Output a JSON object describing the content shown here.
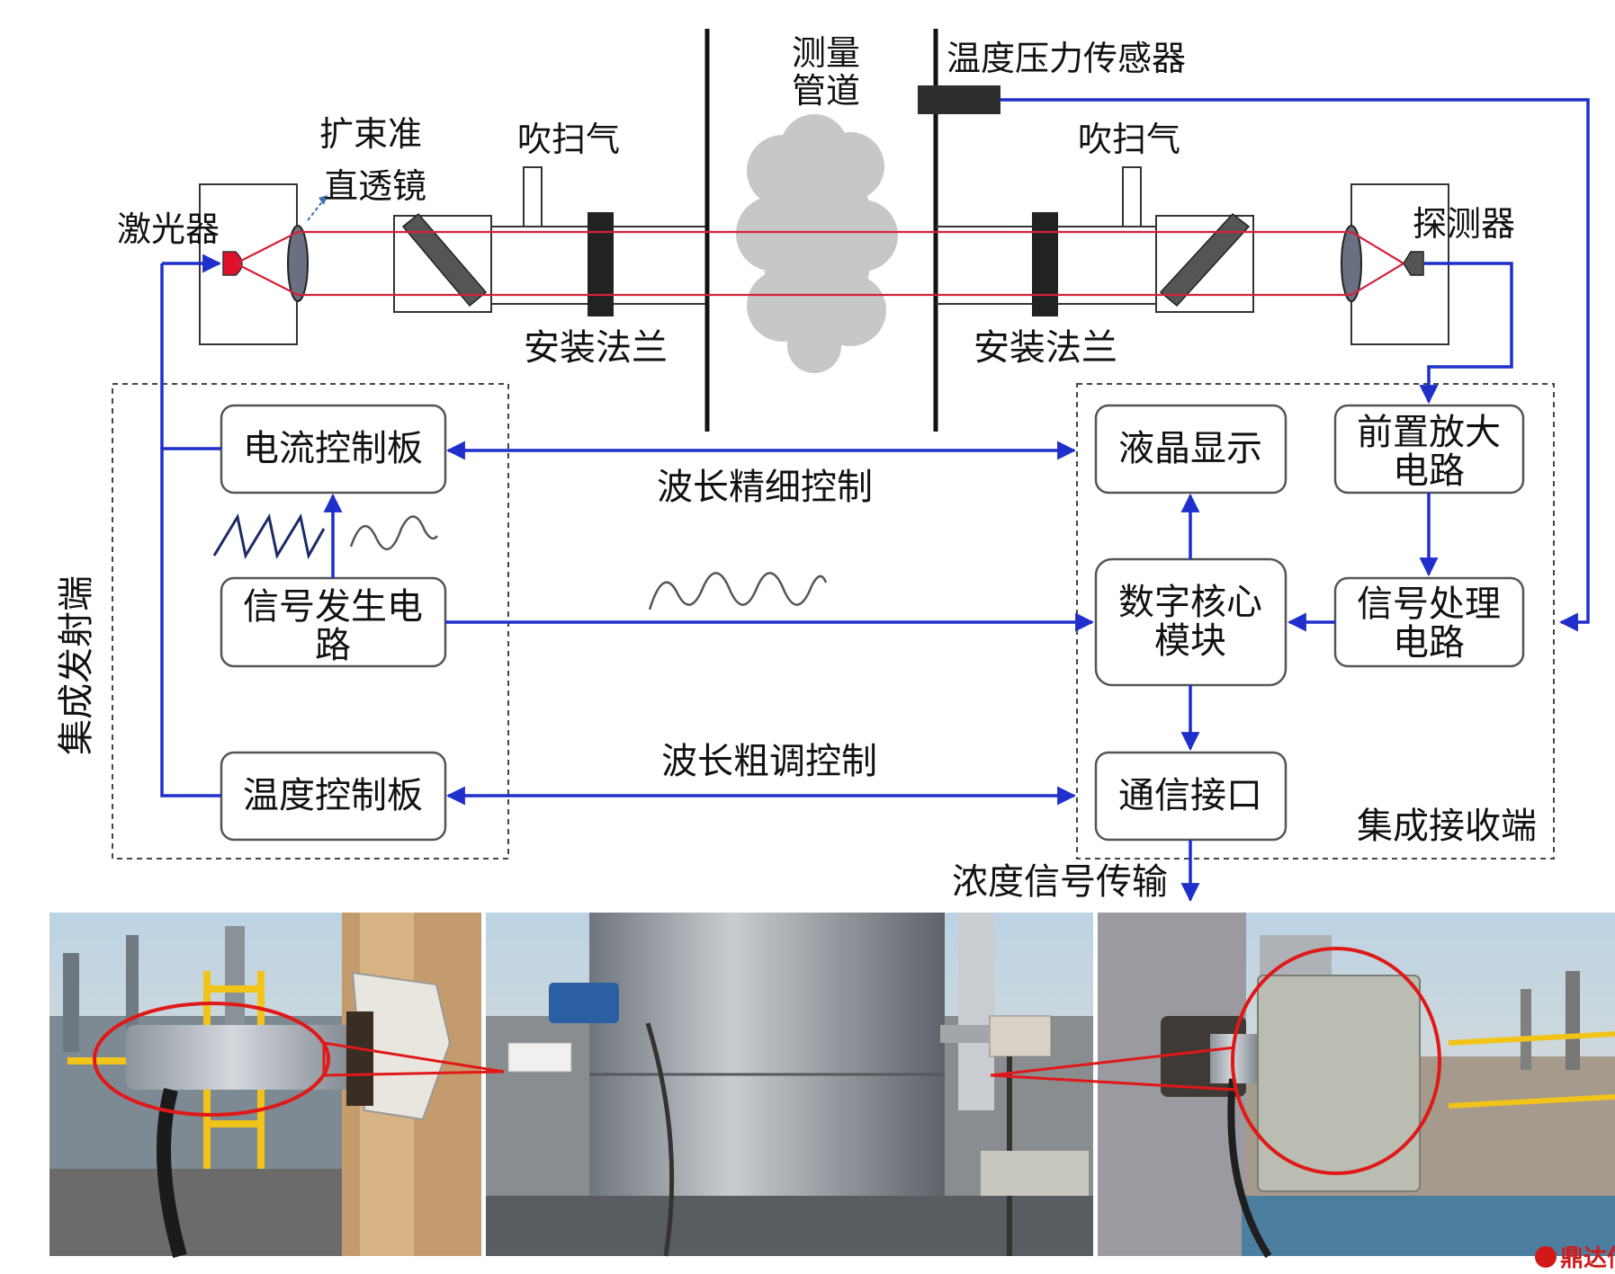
{
  "labels": {
    "laser": "激光器",
    "lens_line1": "扩束准",
    "lens_line2": "直透镜",
    "purge_left": "吹扫气",
    "purge_right": "吹扫气",
    "pipe_line1": "测量",
    "pipe_line2": "管道",
    "sensor": "温度压力传感器",
    "detector": "探测器",
    "flange_left": "安装法兰",
    "flange_right": "安装法兰",
    "fine_control": "波长精细控制",
    "coarse_control": "波长粗调控制",
    "transmit_group": "集成发射端",
    "receive_group": "集成接收端",
    "concentration_output": "浓度信号传输"
  },
  "boxes": {
    "current_board": "电流控制板",
    "signal_gen_line1": "信号发生电",
    "signal_gen_line2": "路",
    "temp_board": "温度控制板",
    "lcd": "液晶显示",
    "preamp_line1": "前置放大",
    "preamp_line2": "电路",
    "core_line1": "数字核心",
    "core_line2": "模块",
    "signal_proc_line1": "信号处理",
    "signal_proc_line2": "电路",
    "comm_port": "通信接口"
  },
  "watermark": "鼎达信",
  "colors": {
    "signal_line": "#1f2fcc",
    "laser_beam": "#d6203a",
    "highlight_circle": "#e01818",
    "box_border": "#555555"
  }
}
